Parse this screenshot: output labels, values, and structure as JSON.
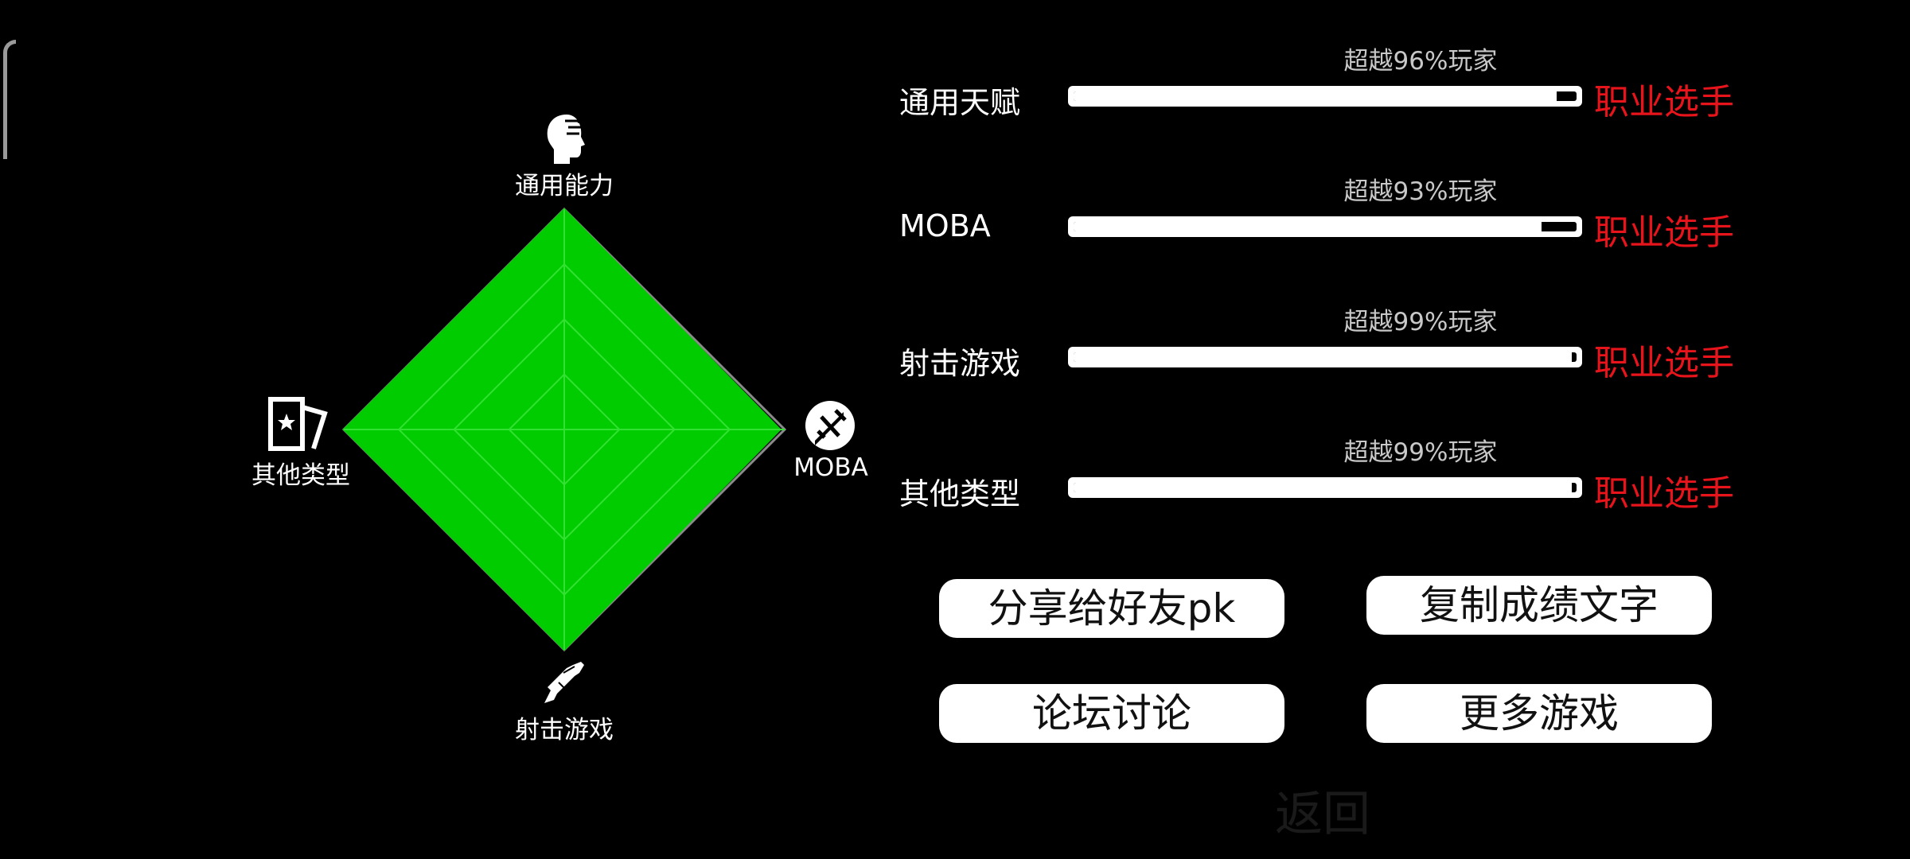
{
  "radar": {
    "fill_color": "#00cc00",
    "axes": [
      {
        "label": "通用能力",
        "value": 1.0,
        "icon": "head-icon"
      },
      {
        "label": "MOBA",
        "value": 0.98,
        "icon": "sword-icon"
      },
      {
        "label": "射击游戏",
        "value": 1.0,
        "icon": "gun-icon"
      },
      {
        "label": "其他类型",
        "value": 1.0,
        "icon": "card-icon"
      }
    ]
  },
  "stats": [
    {
      "name": "通用天赋",
      "percentile": "超越96%玩家",
      "progress": 0.96,
      "rank": "职业选手"
    },
    {
      "name": "MOBA",
      "percentile": "超越93%玩家",
      "progress": 0.93,
      "rank": "职业选手"
    },
    {
      "name": "射击游戏",
      "percentile": "超越99%玩家",
      "progress": 0.99,
      "rank": "职业选手"
    },
    {
      "name": "其他类型",
      "percentile": "超越99%玩家",
      "progress": 0.99,
      "rank": "职业选手"
    }
  ],
  "buttons": {
    "share": "分享给好友pk",
    "copy": "复制成绩文字",
    "forum": "论坛讨论",
    "more": "更多游戏"
  },
  "back_label": "返回",
  "colors": {
    "rank": "#e8141b",
    "radar_fill": "#00cc00"
  }
}
